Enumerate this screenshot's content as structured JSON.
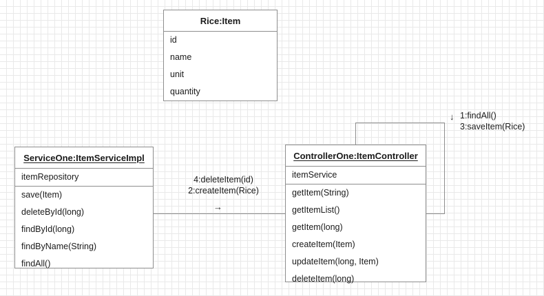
{
  "diagram": {
    "type": "uml-collaboration-diagram",
    "background": "grid",
    "grid_color": "#e9e9e9",
    "border_color": "#8d8d8d",
    "text_color": "#1a1a1a"
  },
  "classes": [
    {
      "id": "rice-item",
      "title": "Rice:Item",
      "title_underlined": false,
      "title_align": "center",
      "attributes": [
        "id",
        "name",
        "unit",
        "quantity"
      ],
      "operations": []
    },
    {
      "id": "service-one",
      "title": "ServiceOne:ItemServiceImpl",
      "title_underlined": true,
      "title_align": "center",
      "attributes": [
        "itemRepository"
      ],
      "operations": [
        "save(Item)",
        "deleteById(long)",
        "findById(long)",
        "findByName(String)",
        "findAll()"
      ]
    },
    {
      "id": "controller-one",
      "title": "ControllerOne:ItemController",
      "title_underlined": true,
      "title_align": "center",
      "attributes": [
        "itemService"
      ],
      "operations": [
        "getItem(String)",
        "getItemList()",
        "getItem(long)",
        "createItem(Item)",
        "updateItem(long, Item)",
        "deleteItem(long)"
      ]
    }
  ],
  "messages": [
    {
      "id": "service-to-controller",
      "lines": [
        "4:deleteItem(id)",
        "2:createItem(Rice)"
      ],
      "arrow": "→",
      "direction": "right"
    },
    {
      "id": "controller-self",
      "lines": [
        "1:findAll()",
        "3:saveItem(Rice)"
      ],
      "arrow": "↓",
      "direction": "down"
    }
  ]
}
